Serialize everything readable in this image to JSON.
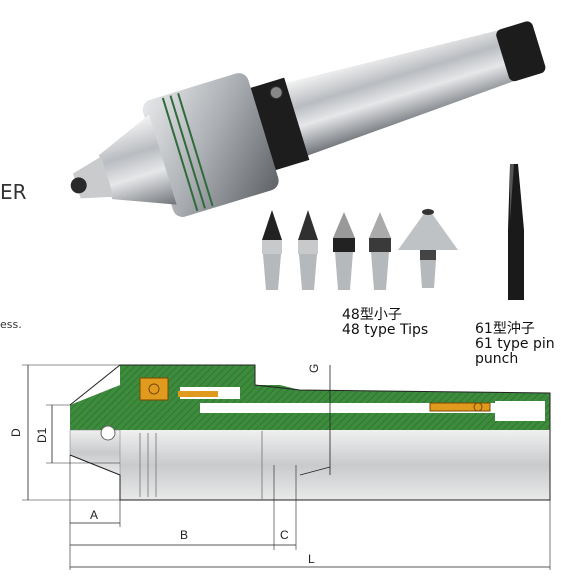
{
  "left_fragments": {
    "er": "ER",
    "ess": "ess."
  },
  "tips": {
    "line1": "48型小子",
    "line2": "48 type Tips"
  },
  "punch": {
    "line1": "61型沖子",
    "line2": "61 type pin",
    "line3": "punch"
  },
  "dimensions": {
    "g": "G",
    "d": "D",
    "d1": "D1",
    "a": "A",
    "b": "B",
    "c": "C",
    "l": "L"
  }
}
